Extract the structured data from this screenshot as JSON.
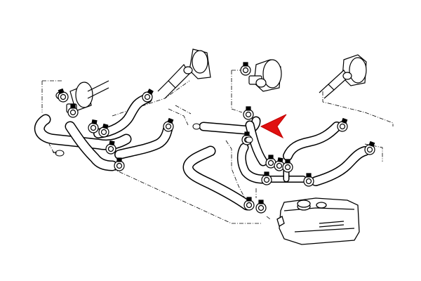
{
  "diagram": {
    "kind": "exploded parts view",
    "colors": {
      "background": "#ffffff",
      "line": "#000000",
      "hose_fill": "#ffffff",
      "clamp_fill": "#ffffff",
      "accent_arrow": "#e01010"
    },
    "callout_arrow_icon": "red-arrowhead-icon",
    "components": [
      "hose-left-lower",
      "hose-left-long",
      "hose-left-upper",
      "hose-left-bottom",
      "hose-middle-bend",
      "hose-center-top",
      "hose-center-vertical",
      "hose-center-bottom",
      "hose-right-upper",
      "hose-right-lower",
      "tee-connector",
      "coolant-expansion-tank",
      "heater-valve-left",
      "heater-valve-center",
      "heater-valve-right",
      "hose-clamp"
    ]
  }
}
